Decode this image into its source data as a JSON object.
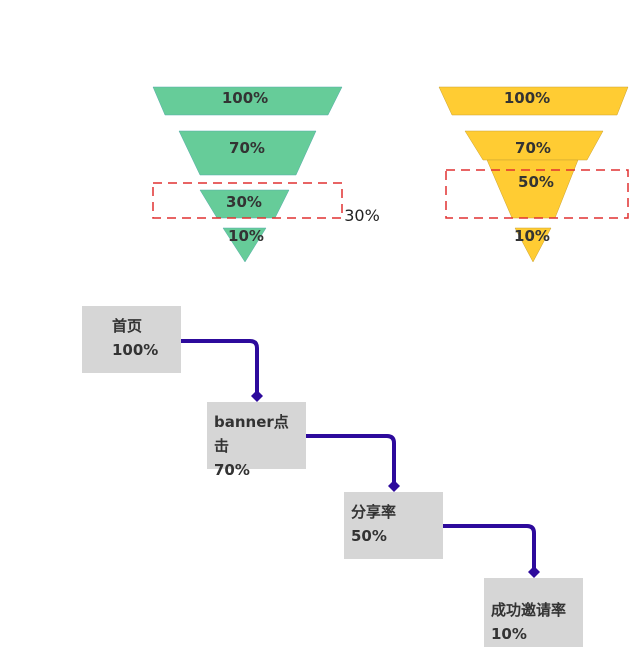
{
  "colors": {
    "funnel_a": "#66cc99",
    "funnel_b": "#ffcc33",
    "highlight": "#e03030",
    "connector": "#2d0a9c",
    "box": "#d6d6d6"
  },
  "funnel_a": {
    "levels": [
      "100%",
      "70%",
      "30%",
      "10%"
    ],
    "highlight_label": "30%"
  },
  "funnel_b": {
    "levels": [
      "100%",
      "70%",
      "50%",
      "10%"
    ]
  },
  "steps": [
    {
      "name": "首页",
      "value": "100%"
    },
    {
      "name": "banner点击",
      "value": "70%"
    },
    {
      "name": "分享率",
      "value": "50%"
    },
    {
      "name": "成功邀请率",
      "value": "10%"
    }
  ]
}
